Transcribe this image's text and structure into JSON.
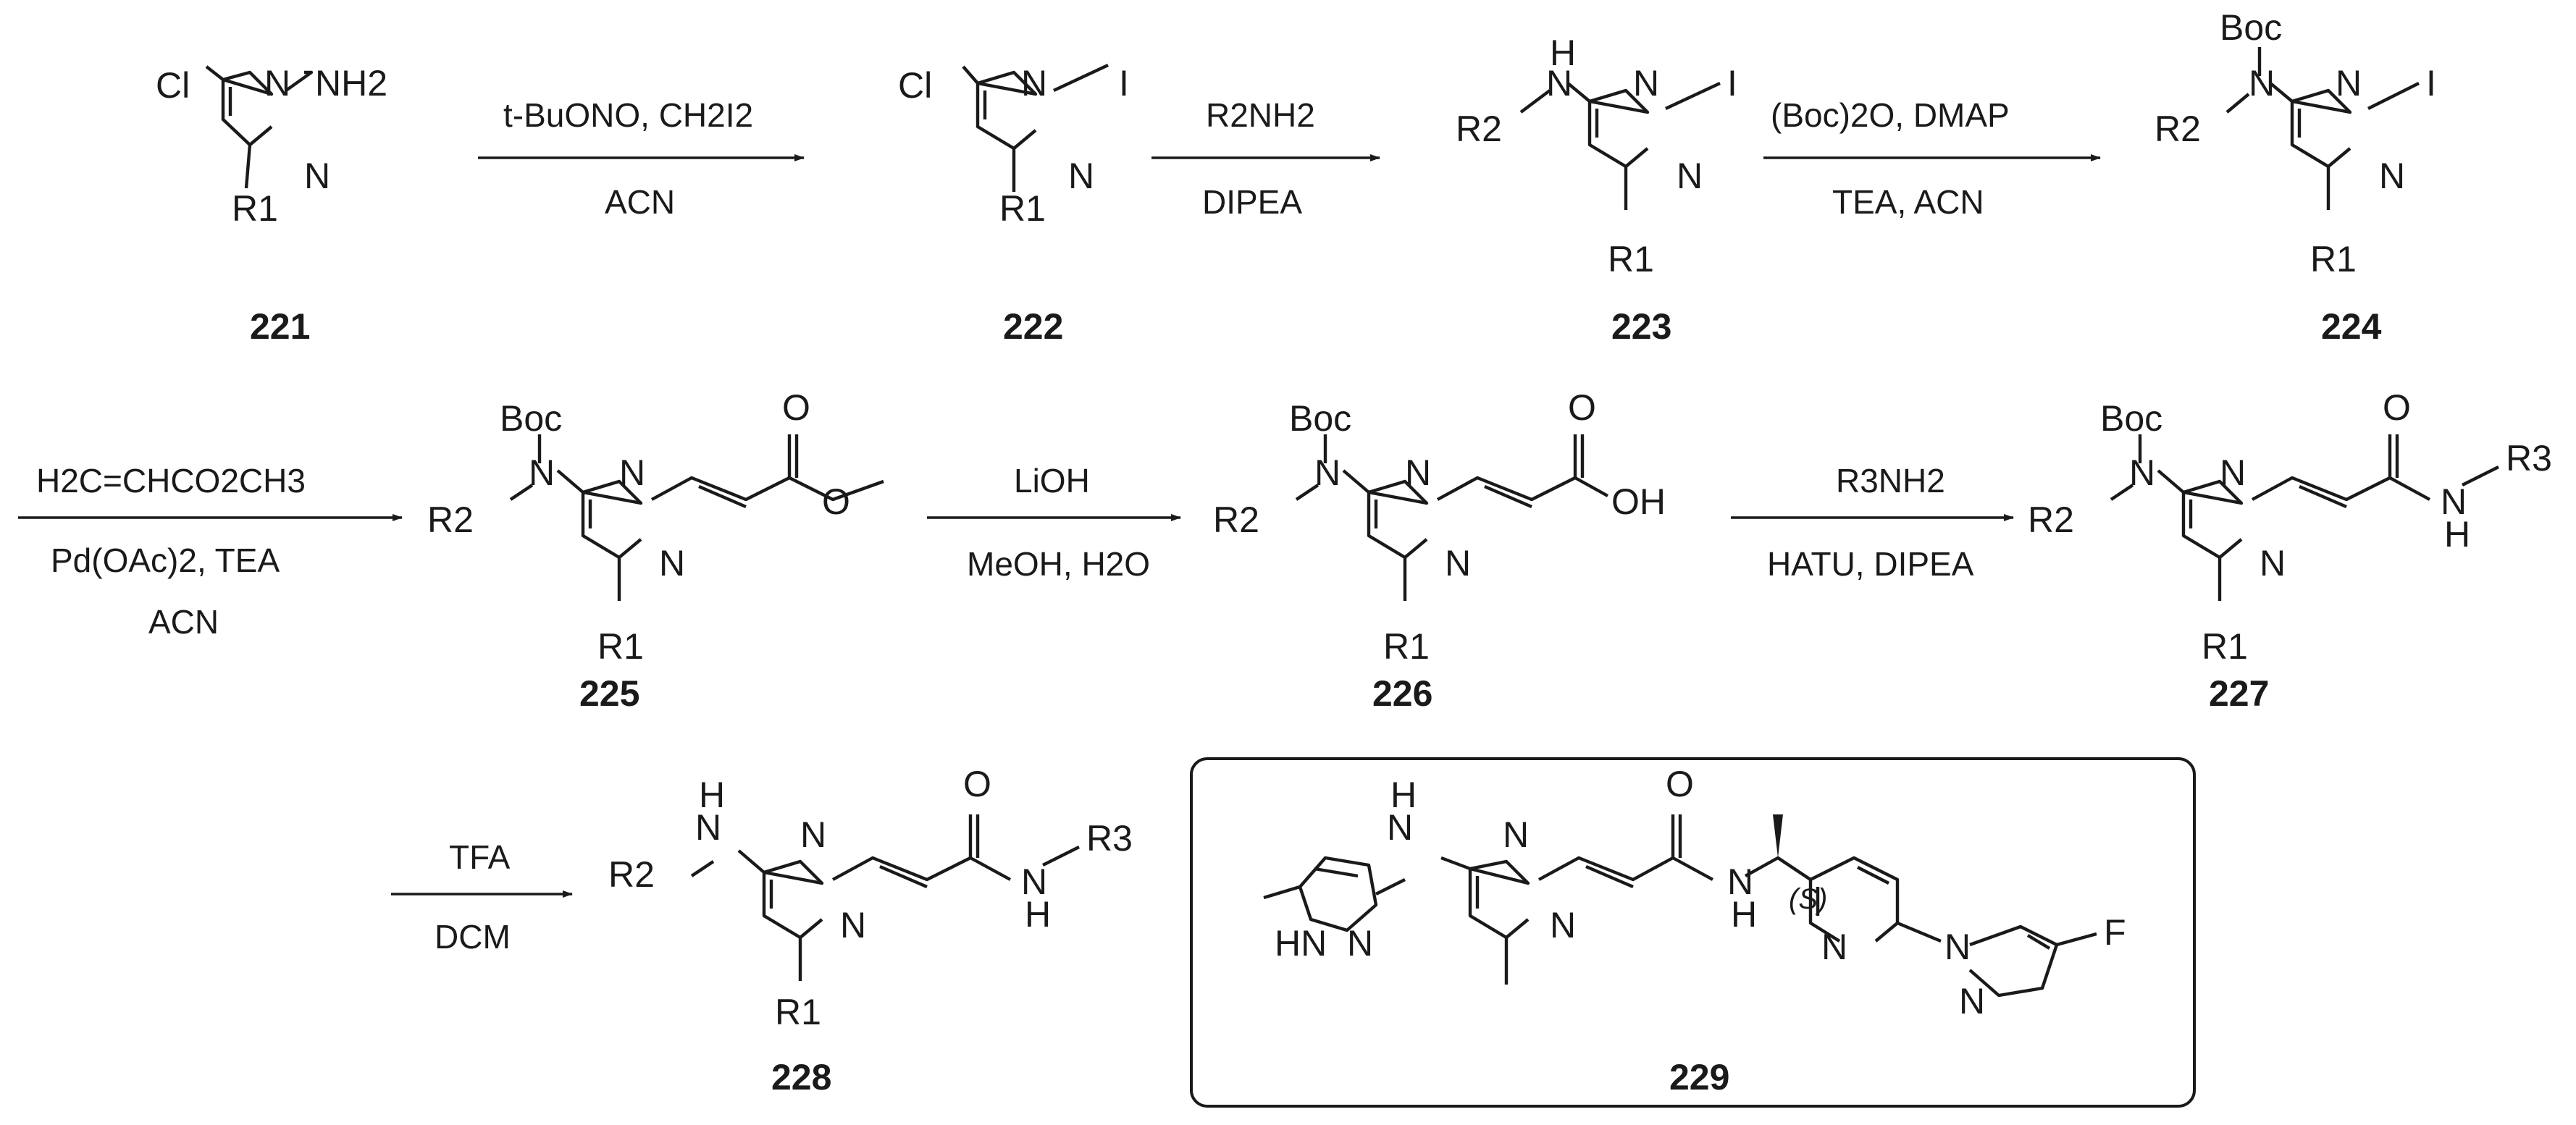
{
  "compounds": [
    {
      "id": "221"
    },
    {
      "id": "222"
    },
    {
      "id": "223"
    },
    {
      "id": "224"
    },
    {
      "id": "225"
    },
    {
      "id": "226"
    },
    {
      "id": "227"
    },
    {
      "id": "228"
    },
    {
      "id": "229"
    }
  ],
  "atoms": {
    "cl": "Cl",
    "n": "N",
    "i": "I",
    "nh2": "NH2",
    "h": "H",
    "o": "O",
    "f": "F",
    "boc": "Boc",
    "r1": "R1",
    "r1sub": "R1",
    "r2": "R2",
    "r3": "R3",
    "oh": "OH",
    "hn": "HN",
    "s": "(S)"
  },
  "conditions": {
    "step1_top": "t-BuONO, CH2I2",
    "step1_bottom": "ACN",
    "step2_top": "R2NH2",
    "step2_bottom": "DIPEA",
    "step3_top": "(Boc)2O, DMAP",
    "step3_bottom": "TEA, ACN",
    "step4_top": "H2C=CHCO2CH3",
    "step4_mid": "Pd(OAc)2, TEA",
    "step4_bottom": "ACN",
    "step5_top": "LiOH",
    "step5_bottom": "MeOH, H2O",
    "step6_top": "R3NH2",
    "step6_bottom": "HATU, DIPEA",
    "step7_top": "TFA",
    "step7_bottom": "DCM"
  }
}
